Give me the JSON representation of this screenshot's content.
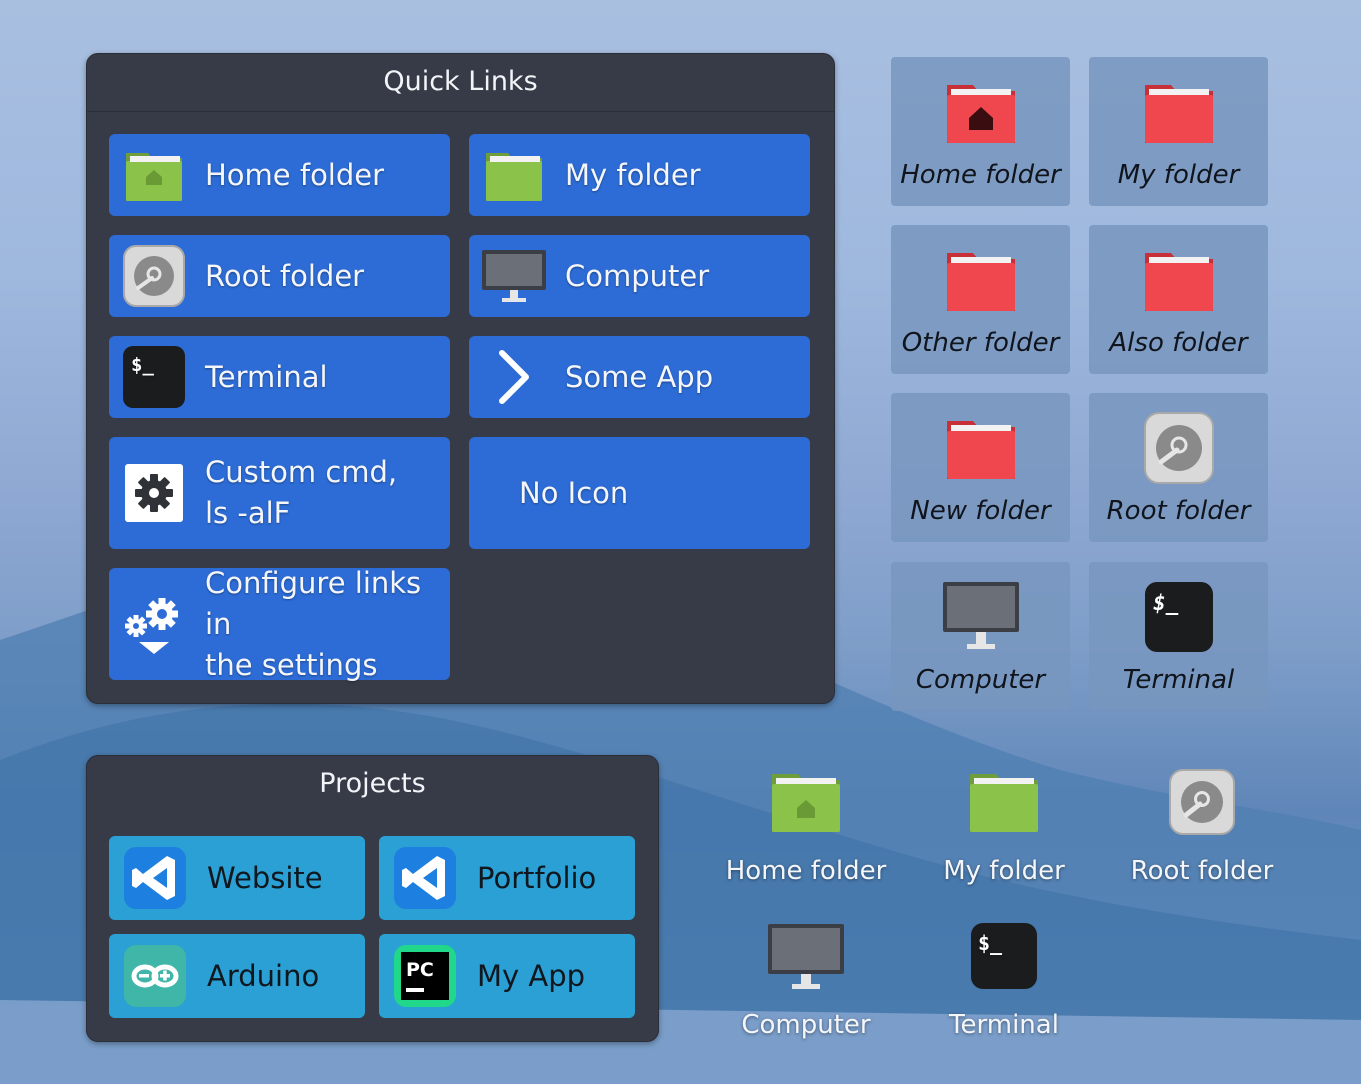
{
  "quick_links": {
    "title": "Quick Links",
    "items": [
      {
        "label": "Home folder",
        "icon": "home-folder-icon"
      },
      {
        "label": "My folder",
        "icon": "folder-icon"
      },
      {
        "label": "Root folder",
        "icon": "drive-icon"
      },
      {
        "label": "Computer",
        "icon": "computer-icon"
      },
      {
        "label": "Terminal",
        "icon": "terminal-icon"
      },
      {
        "label": "Some App",
        "icon": "chevron-right-icon"
      },
      {
        "label_line1": "Custom cmd,",
        "label_line2": "ls -alF",
        "icon": "gear-icon"
      },
      {
        "label": "No Icon"
      },
      {
        "label_line1": "Configure links in",
        "label_line2": "the settings",
        "icon": "settings-gears-icon"
      }
    ]
  },
  "projects": {
    "title": "Projects",
    "items": [
      {
        "label": "Website",
        "icon": "vscode-icon"
      },
      {
        "label": "Portfolio",
        "icon": "vscode-icon"
      },
      {
        "label": "Arduino",
        "icon": "arduino-icon"
      },
      {
        "label": "My App",
        "icon": "pycharm-icon"
      }
    ],
    "pycharm_icon_text": "PC"
  },
  "tiles": [
    {
      "label": "Home folder",
      "icon": "red-home-folder-icon"
    },
    {
      "label": "My folder",
      "icon": "red-folder-icon"
    },
    {
      "label": "Other folder",
      "icon": "red-folder-icon"
    },
    {
      "label": "Also folder",
      "icon": "red-folder-icon"
    },
    {
      "label": "New folder",
      "icon": "red-folder-icon"
    },
    {
      "label": "Root folder",
      "icon": "drive-icon"
    },
    {
      "label": "Computer",
      "icon": "computer-icon"
    },
    {
      "label": "Terminal",
      "icon": "terminal-icon"
    }
  ],
  "desktop_icons": [
    {
      "label": "Home folder",
      "icon": "home-folder-icon"
    },
    {
      "label": "My folder",
      "icon": "folder-icon"
    },
    {
      "label": "Root folder",
      "icon": "drive-icon"
    },
    {
      "label": "Computer",
      "icon": "computer-icon"
    },
    {
      "label": "Terminal",
      "icon": "terminal-icon"
    }
  ],
  "terminal_prompt": "$_",
  "colors": {
    "panel_bg": "#363b47",
    "quick_link_button": "#2d6cd6",
    "project_button": "#2aa0d4",
    "tile_bg": "#7896be",
    "green_folder": "#8bc34a",
    "red_folder": "#f0474f"
  }
}
